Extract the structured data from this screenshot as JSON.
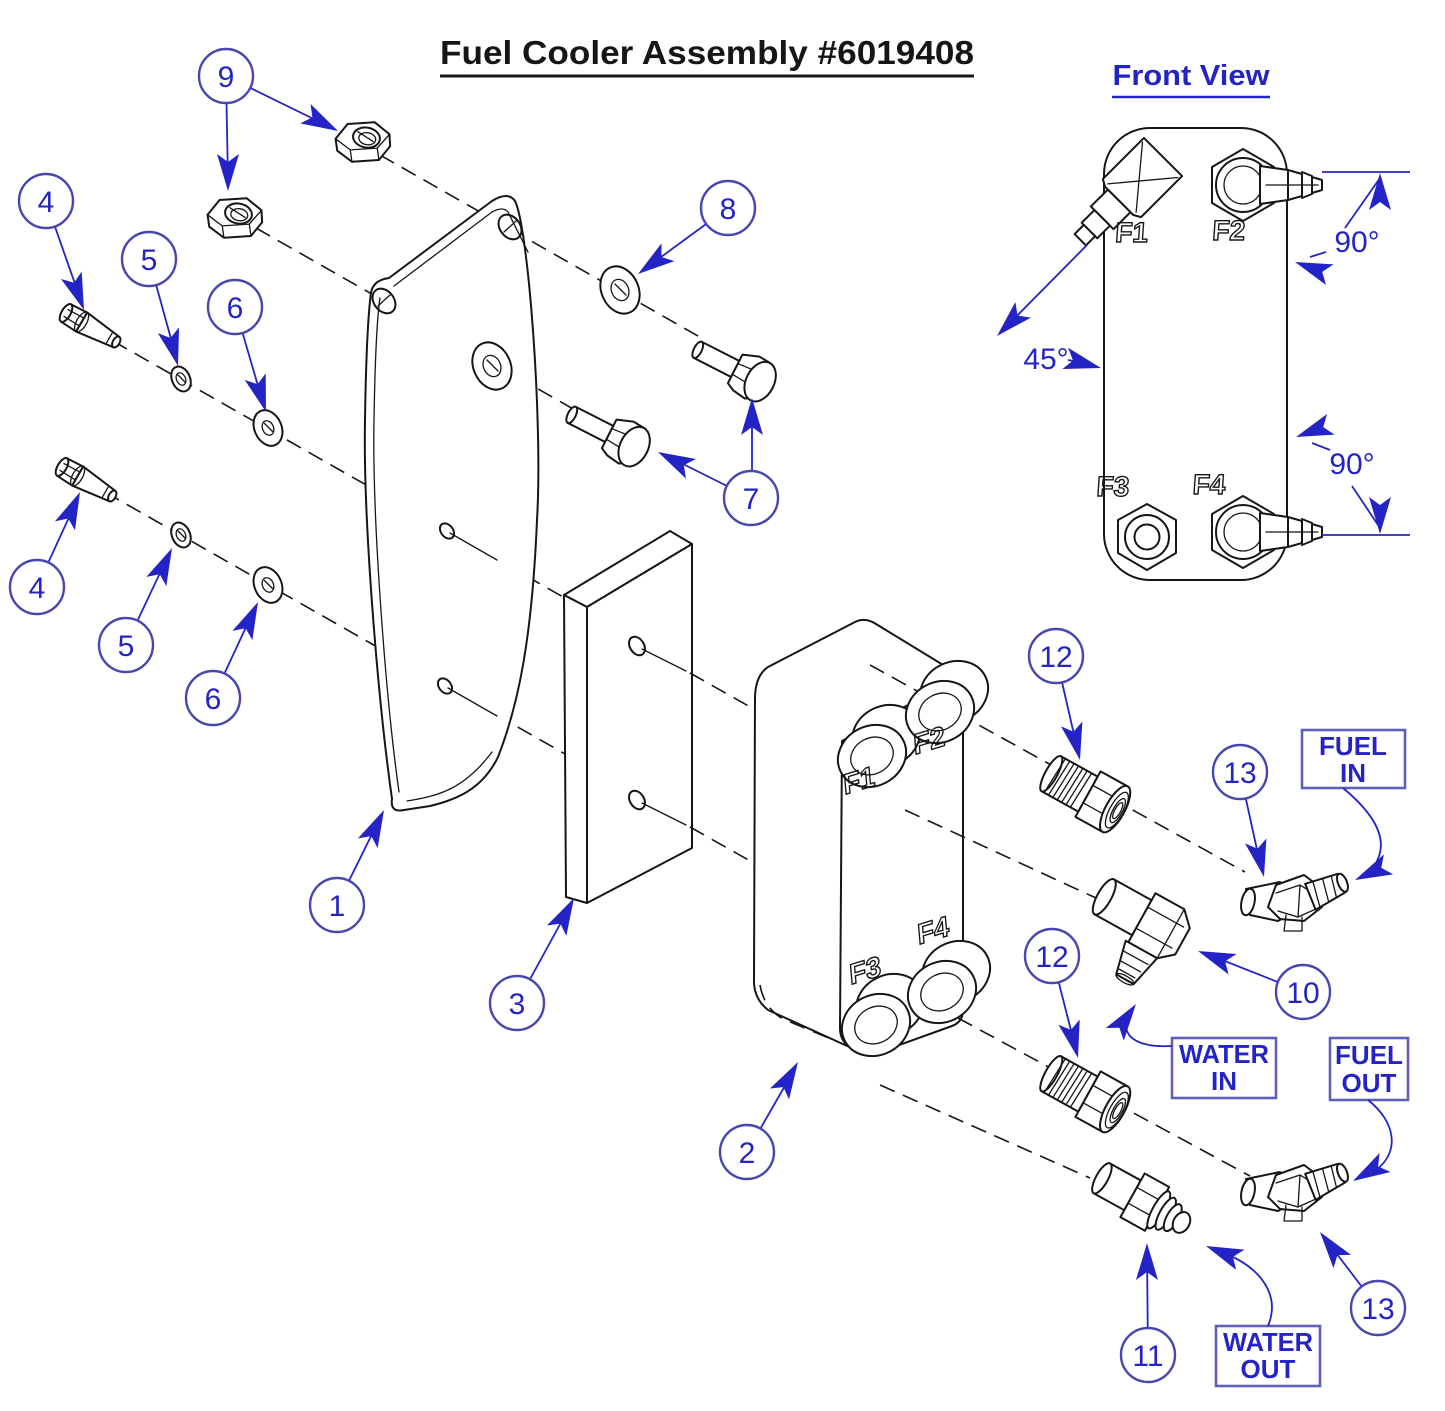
{
  "title": "Fuel Cooler Assembly #6019408",
  "front_view": {
    "label": "Front View",
    "port_labels": [
      "F1",
      "F2",
      "F3",
      "F4"
    ],
    "angle_45": "45°",
    "angle_90_top": "90°",
    "angle_90_bottom": "90°"
  },
  "exploded_view": {
    "port_labels": [
      "F1",
      "F2",
      "F3",
      "F4"
    ]
  },
  "callouts": {
    "c1": "1",
    "c2": "2",
    "c3": "3",
    "c4a": "4",
    "c4b": "4",
    "c5a": "5",
    "c5b": "5",
    "c6a": "6",
    "c6b": "6",
    "c7": "7",
    "c8": "8",
    "c9": "9",
    "c10": "10",
    "c11": "11",
    "c12a": "12",
    "c12b": "12",
    "c13a": "13",
    "c13b": "13"
  },
  "flow_labels": {
    "fuel_in_l1": "FUEL",
    "fuel_in_l2": "IN",
    "water_in_l1": "WATER",
    "water_in_l2": "IN",
    "fuel_out_l1": "FUEL",
    "fuel_out_l2": "OUT",
    "water_out_l1": "WATER",
    "water_out_l2": "OUT"
  },
  "colors": {
    "line": "#161616",
    "blue": "#2424c6",
    "balloon": "#4747af",
    "box_border": "#6060ba"
  }
}
